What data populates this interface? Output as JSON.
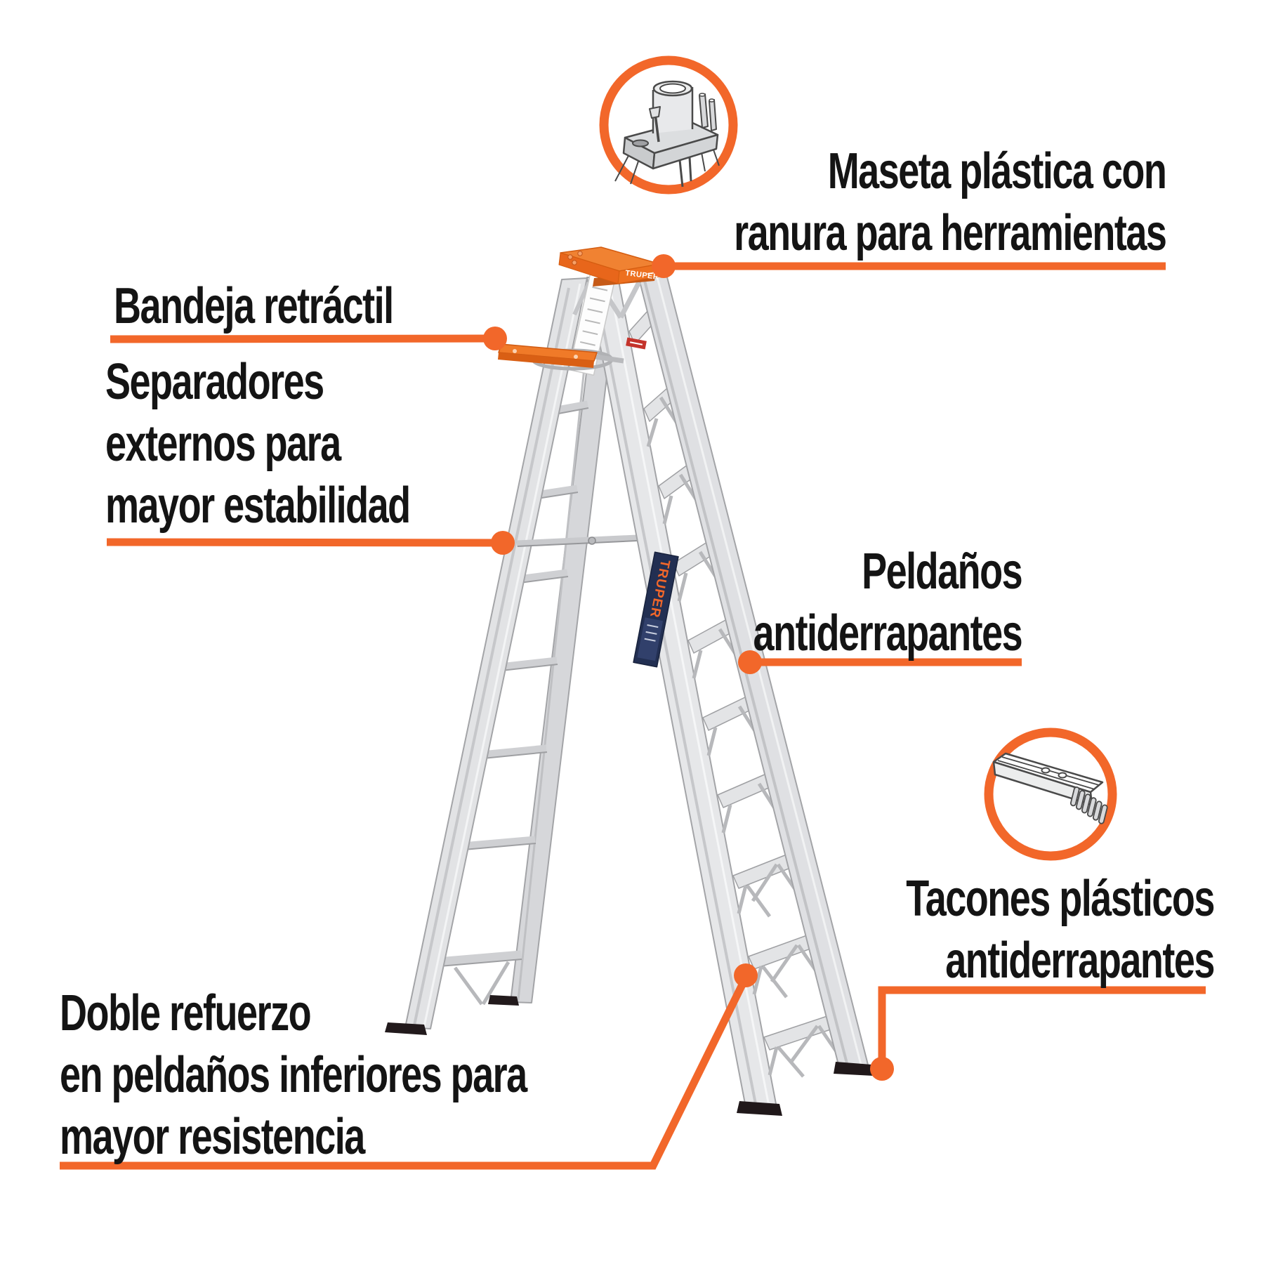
{
  "page": {
    "background_color": "#ffffff",
    "accent_color": "#f2672a",
    "text_color": "#141414"
  },
  "callouts": {
    "maseta": {
      "lines": [
        "Maseta plástica con",
        "ranura para herramientas"
      ],
      "icon": "maseta-tool-slots-icon"
    },
    "bandeja": {
      "lines": [
        "Bandeja retráctil"
      ]
    },
    "separadores": {
      "lines": [
        "Separadores",
        "externos para",
        "mayor estabilidad"
      ]
    },
    "peldanos": {
      "lines": [
        "Peldaños",
        "antiderrapantes"
      ]
    },
    "tacones": {
      "lines": [
        "Tacones plásticos",
        "antiderrapantes"
      ],
      "icon": "rung-profile-icon"
    },
    "doble_refuerzo": {
      "lines": [
        "Doble refuerzo",
        "en peldaños inferiores para",
        "mayor resistencia"
      ]
    }
  },
  "ladder": {
    "brand": "TRUPER"
  }
}
